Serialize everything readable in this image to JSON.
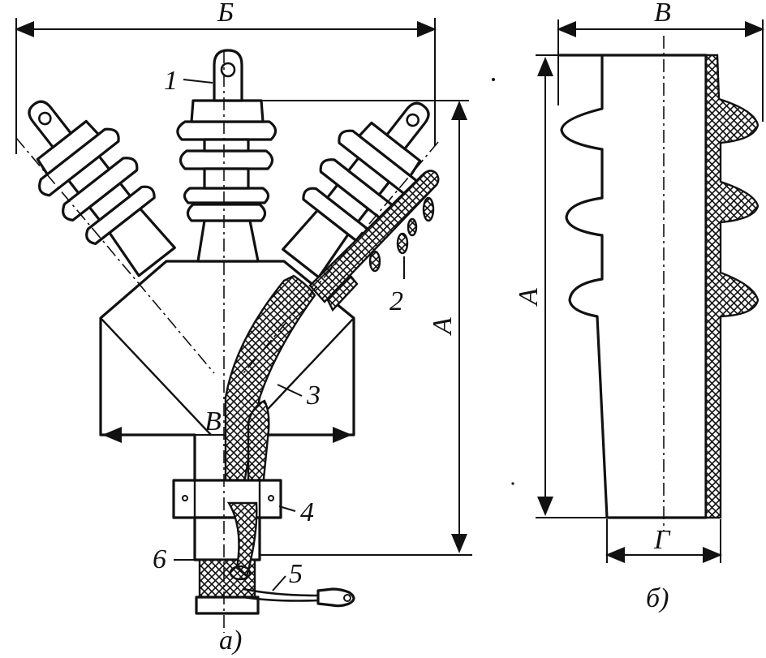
{
  "figure_a": {
    "caption": "а)",
    "callouts": [
      "1",
      "2",
      "3",
      "4",
      "5",
      "6"
    ],
    "dim_width_top": "Б",
    "dim_height": "А",
    "dim_body_width": "В"
  },
  "figure_b": {
    "caption": "б)",
    "dim_top_width": "В",
    "dim_height": "А",
    "dim_base_width": "Г"
  }
}
